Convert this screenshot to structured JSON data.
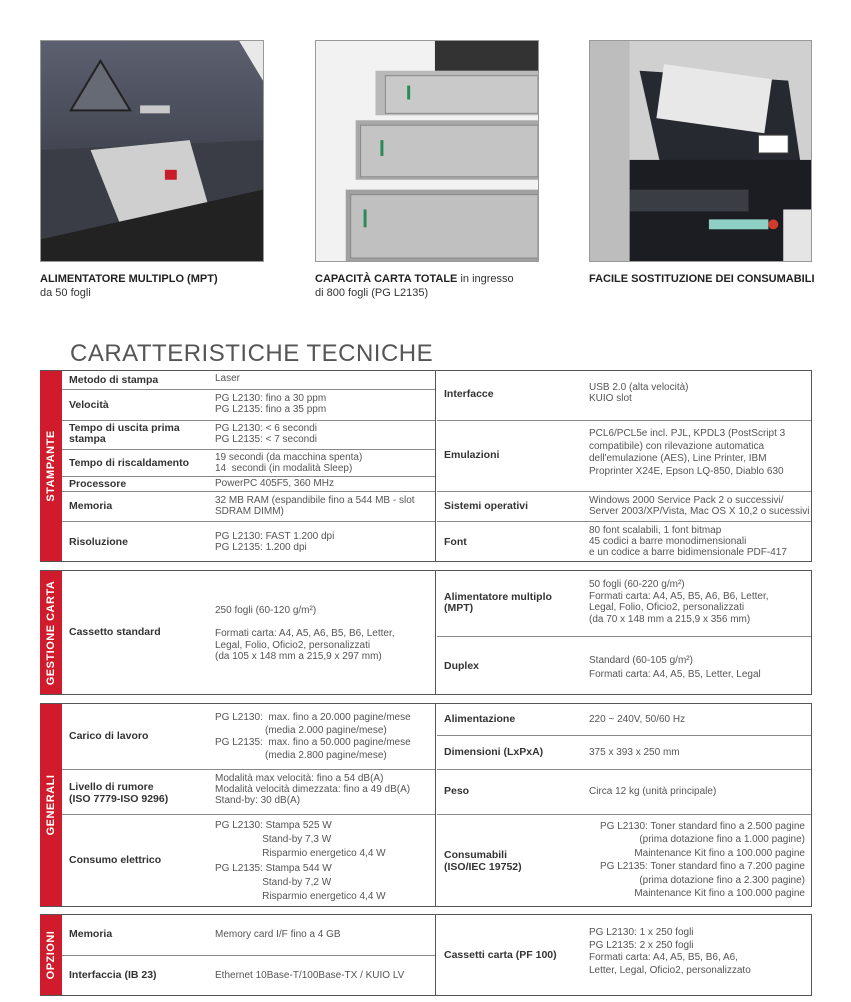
{
  "captions": [
    {
      "bold": "ALIMENTATORE MULTIPLO (MPT)",
      "rest": "da 50 fogli"
    },
    {
      "bold": "CAPACITÀ CARTA TOTALE",
      "rest_inline": " in ingresso",
      "rest": "di 800 fogli (PG L2135)"
    },
    {
      "bold": "FACILE SOSTITUZIONE DEI CONSUMABILI",
      "rest": ""
    }
  ],
  "title": "CARATTERISTICHE TECNICHE",
  "colors": {
    "accent": "#cf1b2b",
    "border": "#555555"
  },
  "stampante": {
    "tab": "STAMPANTE",
    "left": [
      {
        "label": "Metodo di stampa",
        "value": "Laser"
      },
      {
        "label": "Velocità",
        "value": "PG L2130: fino a 30 ppm\nPG L2135: fino a 35 ppm"
      },
      {
        "label": "Tempo di uscita prima\nstampa",
        "value": "PG L2130: < 6 secondi\nPG L2135: < 7 secondi"
      },
      {
        "label": "Tempo di riscaldamento",
        "value": "19 secondi (da macchina spenta)\n14  secondi (in modalità Sleep)"
      },
      {
        "label": "Processore",
        "value": "PowerPC 405F5, 360 MHz"
      },
      {
        "label": "Memoria",
        "value": "32 MB RAM (espandibile fino a 544 MB - slot\nSDRAM DIMM)"
      },
      {
        "label": "Risoluzione",
        "value": "PG L2130: FAST 1.200 dpi\nPG L2135: 1.200 dpi"
      }
    ],
    "right": [
      {
        "label": "Interfacce",
        "value": "USB 2.0 (alta velocità)\nKUIO slot"
      },
      {
        "label": "Emulazioni",
        "value": "PCL6/PCL5e incl. PJL, KPDL3 (PostScript 3\ncompatibile) con rilevazione automatica\ndell'emulazione (AES), Line Printer, IBM\nProprinter X24E, Epson LQ-850, Diablo 630"
      },
      {
        "label": "Sistemi operativi",
        "value": "Windows 2000 Service Pack 2 o successivi/\nServer 2003/XP/Vista, Mac OS X 10,2 o sucessivi"
      },
      {
        "label": "Font",
        "value": "80 font scalabili, 1 font bitmap\n45 codici a barre monodimensionali\ne un codice a barre bidimensionale PDF-417"
      }
    ]
  },
  "gestione": {
    "tab": "GESTIONE CARTA",
    "left": [
      {
        "label": "Cassetto standard",
        "value": "250 fogli (60-120 g/m²)\n\nFormati carta: A4, A5, A6, B5, B6, Letter,\nLegal, Folio, Oficio2, personalizzati\n(da 105 x 148 mm a 215,9 x 297 mm)"
      }
    ],
    "right": [
      {
        "label": "Alimentatore multiplo\n(MPT)",
        "value": "50 fogli (60-220 g/m²)\nFormati carta: A4, A5, B5, A6, B6, Letter,\nLegal, Folio, Oficio2, personalizzati\n(da 70 x 148 mm a 215,9 x 356 mm)"
      },
      {
        "label": "Duplex",
        "value": "Standard (60-105 g/m²)\nFormati carta: A4, A5, B5, Letter, Legal"
      }
    ]
  },
  "generali": {
    "tab": "GENERALI",
    "left": [
      {
        "label": "Carico di lavoro",
        "value": "PG L2130:  max. fino a 20.000 pagine/mese\n                  (media 2.000 pagine/mese)\nPG L2135:  max. fino a 50.000 pagine/mese\n                  (media 2.800 pagine/mese)"
      },
      {
        "label": "Livello di rumore\n(ISO 7779-ISO 9296)",
        "value": "Modalità max velocità: fino a 54 dB(A)\nModalità velocità dimezzata: fino a 49 dB(A)\nStand-by: 30 dB(A)"
      },
      {
        "label": "Consumo elettrico",
        "value": "PG L2130: Stampa 525 W\n                 Stand-by 7,3 W\n                 Risparmio energetico 4,4 W\nPG L2135: Stampa 544 W\n                 Stand-by 7,2 W\n                 Risparmio energetico 4,4 W"
      }
    ],
    "right": [
      {
        "label": "Alimentazione",
        "value": "220 ~ 240V, 50/60 Hz"
      },
      {
        "label": "Dimensioni (LxPxA)",
        "value": "375 x 393 x 250 mm"
      },
      {
        "label": "Peso",
        "value": "Circa 12 kg (unità principale)"
      },
      {
        "label": "Consumabili\n(ISO/IEC 19752)",
        "value": "PG L2130: Toner standard fino a 2.500 pagine\n(prima dotazione fino a 1.000 pagine)\nMaintenance Kit fino a 100.000 pagine\nPG L2135: Toner standard fino a 7.200 pagine\n(prima dotazione fino a 2.300 pagine)\nMaintenance Kit fino a 100.000 pagine"
      }
    ]
  },
  "opzioni": {
    "tab": "OPZIONI",
    "left": [
      {
        "label": "Memoria",
        "value": "Memory card I/F fino a 4 GB"
      },
      {
        "label": "Interfaccia (IB 23)",
        "value": "Ethernet 10Base-T/100Base-TX / KUIO LV"
      }
    ],
    "right": [
      {
        "label": "Cassetti carta (PF 100)",
        "value": "PG L2130: 1 x 250 fogli\nPG L2135: 2 x 250 fogli\nFormati carta: A4, A5, B5, B6, A6,\nLetter, Legal, Oficio2, personalizzato"
      }
    ]
  }
}
